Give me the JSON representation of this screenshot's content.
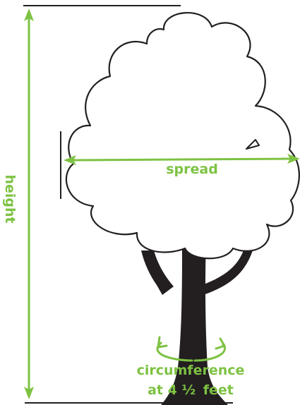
{
  "colors": {
    "accent": "#7dc242",
    "ink": "#231f20",
    "background": "#ffffff"
  },
  "labels": {
    "height": "height",
    "spread": "spread",
    "circumference_line1": "circumference",
    "circumference_line2_prefix": "at 4",
    "circumference_fraction": "½",
    "circumference_line2_suffix": "feet"
  }
}
